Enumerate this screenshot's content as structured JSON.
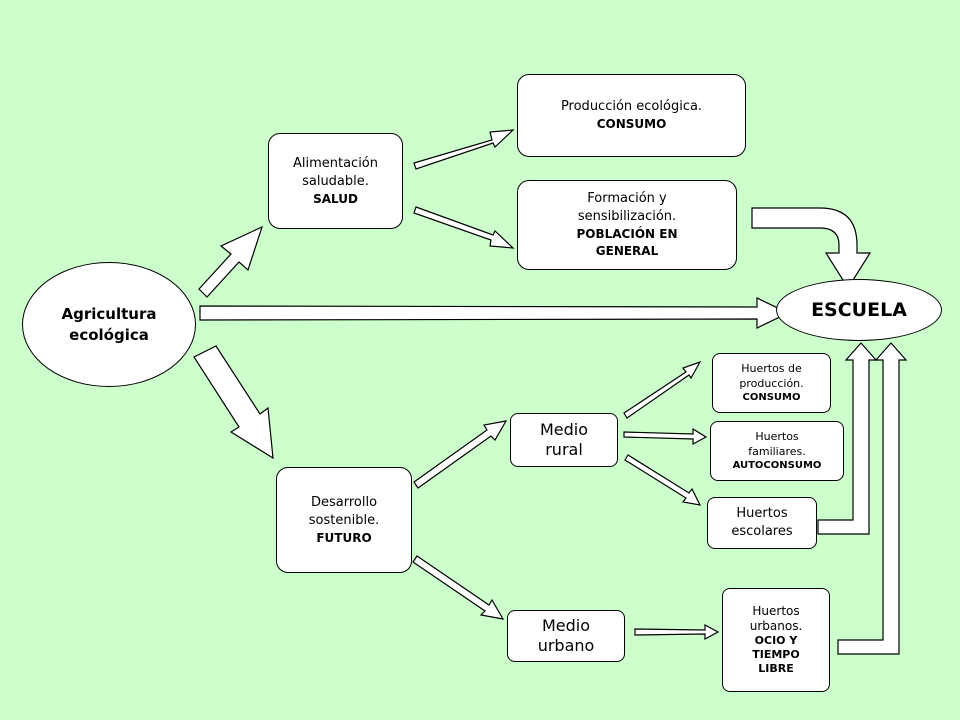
{
  "nodes": {
    "agricultura": {
      "line1": "Agricultura",
      "line2": "ecológica"
    },
    "alimentacion": {
      "line1": "Alimentación",
      "line2": "saludable.",
      "bold": "SALUD"
    },
    "produccion": {
      "line1": "Producción ecológica.",
      "bold": "CONSUMO"
    },
    "formacion": {
      "line1": "Formación y",
      "line2": "sensibilización.",
      "bold1": "POBLACIÓN EN",
      "bold2": "GENERAL"
    },
    "escuela": {
      "label": "ESCUELA"
    },
    "desarrollo": {
      "line1": "Desarrollo",
      "line2": "sostenible.",
      "bold": "FUTURO"
    },
    "medio_rural": {
      "line1": "Medio",
      "line2": "rural"
    },
    "medio_urbano": {
      "line1": "Medio",
      "line2": "urbano"
    },
    "huertos_produccion": {
      "line1": "Huertos de",
      "line2": "producción.",
      "bold": "CONSUMO"
    },
    "huertos_familiares": {
      "line1": "Huertos",
      "line2": "familiares.",
      "bold": "AUTOCONSUMO"
    },
    "huertos_escolares": {
      "line1": "Huertos",
      "line2": "escolares"
    },
    "huertos_urbanos": {
      "line1": "Huertos",
      "line2": "urbanos.",
      "bold1": "OCIO Y",
      "bold2": "TIEMPO",
      "bold3": "LIBRE"
    }
  },
  "colors": {
    "background": "#ccffcc",
    "box_fill": "#ffffff",
    "stroke": "#000000"
  }
}
